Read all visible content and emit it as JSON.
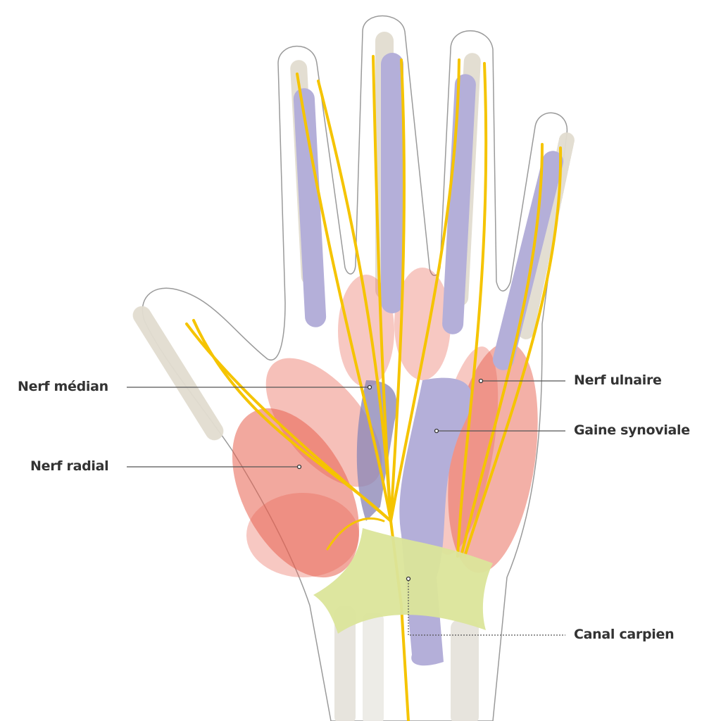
{
  "labels": {
    "median_nerve": "Nerf médian",
    "radial_nerve": "Nerf radial",
    "ulnar_nerve": "Nerf ulnaire",
    "synovial_sheath": "Gaine synoviale",
    "carpal_tunnel": "Canal carpien"
  },
  "colors": {
    "nerve": "#f5c400",
    "sheath": "#b4afd9",
    "muscle": "#e8614f",
    "bone": "#e2ddd0",
    "retinaculum": "#dbe59a",
    "outline": "#9a9a9a",
    "label": "#333333"
  }
}
